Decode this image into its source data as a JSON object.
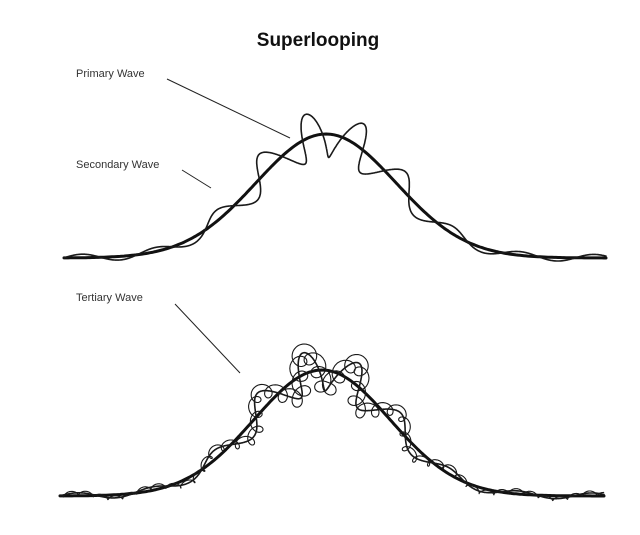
{
  "diagram": {
    "title": "Superlooping",
    "labels": {
      "primary": "Primary Wave",
      "secondary": "Secondary Wave",
      "tertiary": "Tertiary Wave"
    },
    "colors": {
      "ink": "#111111",
      "background": "#ffffff"
    }
  }
}
